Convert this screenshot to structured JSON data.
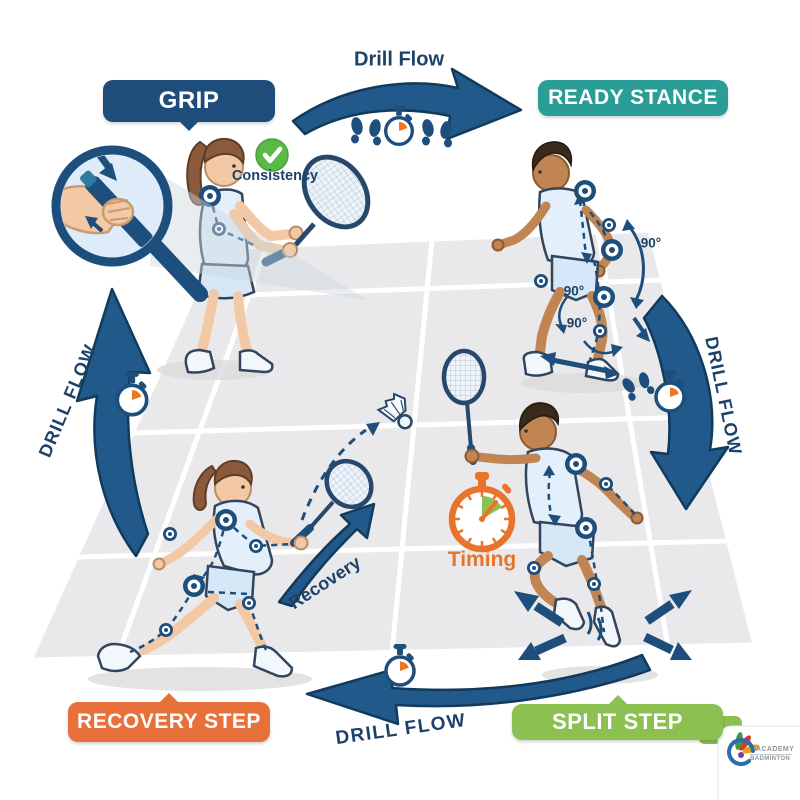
{
  "stages": [
    {
      "id": "grip",
      "label": "GRIP",
      "color": "#1e4d7b"
    },
    {
      "id": "ready-stance",
      "label": "READY STANCE",
      "color": "#2a9d96"
    },
    {
      "id": "split-step",
      "label": "SPLIT STEP",
      "color": "#8cc152"
    },
    {
      "id": "recovery-step",
      "label": "RECOVERY STEP",
      "color": "#e8703a"
    }
  ],
  "flow_labels": {
    "top": "Drill Flow",
    "right": "DRILL FLOW",
    "bottom": "DRILL FLOW",
    "left": "DRILL FLOW"
  },
  "annotations": {
    "consistency": "Consistency",
    "timing": "Timing",
    "recovery": "Recovery",
    "angles": [
      "90°",
      "90°",
      "90°"
    ]
  },
  "logo": {
    "line1": "ACADEMY",
    "line2": "BADMINTON"
  },
  "colors": {
    "navy": "#1d4e7c",
    "teal": "#2a9d96",
    "green": "#8cc152",
    "orange": "#e8703a",
    "check_green": "#5cb949",
    "timing_orange": "#e8742c",
    "court_gray": "#e9e9eb"
  },
  "icons": {
    "stopwatch": "⏱",
    "footprints": "👣",
    "checkmark": "✓",
    "magnifier": "🔍",
    "shuttlecock": "🏸",
    "racket": "🏸"
  }
}
